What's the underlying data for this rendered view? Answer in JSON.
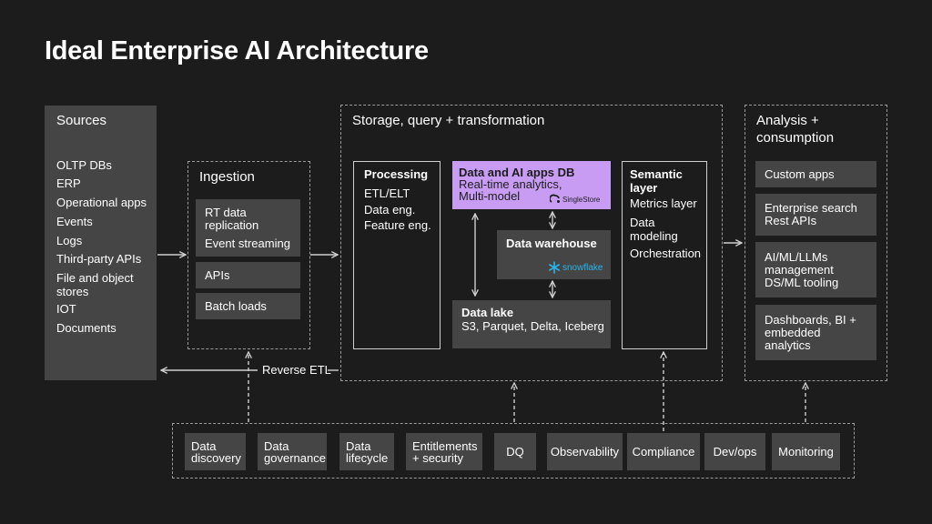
{
  "title": "Ideal Enterprise AI Architecture",
  "sources": {
    "header": "Sources",
    "items": [
      "OLTP DBs",
      "ERP",
      "Operational apps",
      "Events",
      "Logs",
      "Third-party APIs",
      "File and object stores",
      "IOT",
      "Documents"
    ]
  },
  "ingestion": {
    "header": "Ingestion",
    "box1": [
      "RT data replication",
      "Event streaming"
    ],
    "box2": "APIs",
    "box3": "Batch loads"
  },
  "storage": {
    "header": "Storage, query + transformation",
    "processing": {
      "header": "Processing",
      "items": [
        "ETL/ELT",
        "Data eng.",
        "Feature eng."
      ]
    },
    "ai_db": {
      "header": "Data and AI apps DB",
      "sub": "Real-time analytics, Multi-model",
      "logo": "SingleStore",
      "color": "#c89cf2"
    },
    "warehouse": {
      "header": "Data warehouse",
      "logo": "snowflake",
      "logo_color": "#29b5e8"
    },
    "lake": {
      "header": "Data lake",
      "sub": "S3, Parquet, Delta, Iceberg"
    },
    "semantic": {
      "header": "Semantic layer",
      "items": [
        "Metrics layer",
        "Data modeling",
        "Orchestration"
      ]
    }
  },
  "analysis": {
    "header": "Analysis + consumption",
    "items": [
      "Custom apps",
      "Enterprise search Rest APIs",
      "AI/ML/LLMs management DS/ML tooling",
      "Dashboards, BI + embedded analytics"
    ]
  },
  "reverse_etl": "Reverse ETL",
  "governance": [
    "Data discovery",
    "Data governance",
    "Data lifecycle",
    "Entitlements + security",
    "DQ",
    "Observability",
    "Compliance",
    "Dev/ops",
    "Monitoring"
  ]
}
